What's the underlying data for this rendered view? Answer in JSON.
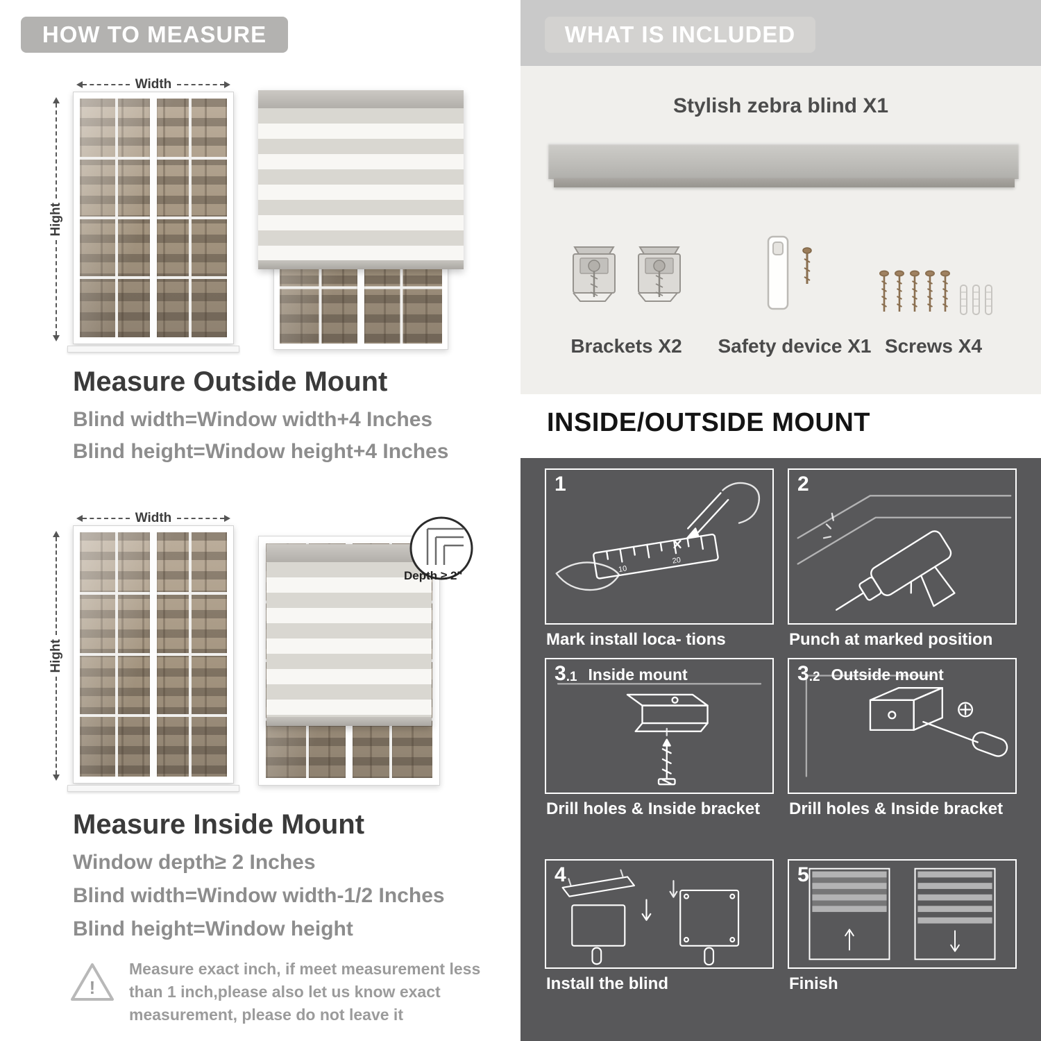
{
  "left": {
    "header": "HOW TO MEASURE",
    "width_label": "Width",
    "height_label": "Hight",
    "outside": {
      "title": "Measure Outside Mount",
      "rule1": "Blind width=Window width+4 Inches",
      "rule2": "Blind height=Window height+4 Inches"
    },
    "inside": {
      "title": "Measure Inside Mount",
      "depth_callout": "Depth ≥ 2\"",
      "rule1": "Window depth≥ 2 Inches",
      "rule2": "Blind width=Window width-1/2 Inches",
      "rule3": "Blind height=Window height"
    },
    "note": {
      "mark": "!",
      "line1": "Measure exact inch, if meet measurement less",
      "line2": "than 1 inch,please also let us know exact",
      "line3": "measurement, please do not leave it"
    }
  },
  "right": {
    "included": {
      "header": "WHAT IS INCLUDED",
      "product": "Stylish zebra blind X1",
      "items": [
        {
          "label": "Brackets X2",
          "icon": "brackets-icon"
        },
        {
          "label": "Safety device X1",
          "icon": "safety-device-icon"
        },
        {
          "label": "Screws X4",
          "icon": "screws-icon"
        }
      ]
    },
    "mount": {
      "header": "INSIDE/OUTSIDE MOUNT",
      "steps": [
        {
          "num": "1",
          "sub": "",
          "label": "",
          "caption": "Mark install loca- tions",
          "icon": "measure-mark-icon",
          "ruler_marks": [
            "10",
            "20"
          ]
        },
        {
          "num": "2",
          "sub": "",
          "label": "",
          "caption": "Punch at  marked position",
          "icon": "drill-icon"
        },
        {
          "num": "3",
          "sub": ".1",
          "label": "Inside mount",
          "caption": "Drill holes &  Inside bracket",
          "icon": "inside-bracket-icon"
        },
        {
          "num": "3",
          "sub": ".2",
          "label": "Outside mount",
          "caption": "Drill holes &  Inside bracket",
          "icon": "outside-bracket-icon"
        },
        {
          "num": "4",
          "sub": "",
          "label": "",
          "caption": "Install the blind",
          "icon": "install-blind-icon"
        },
        {
          "num": "5",
          "sub": "",
          "label": "",
          "caption": "Finish",
          "icon": "finish-icon"
        }
      ]
    }
  },
  "colors": {
    "header_pill": "#b3b2b0",
    "gray_text": "#8d8d8d",
    "heading_text": "#3a3a3a",
    "included_band": "#c9c9c9",
    "included_body": "#f0efec",
    "mount_panel_bg": "#58585a",
    "caption_text": "#ffffff"
  }
}
